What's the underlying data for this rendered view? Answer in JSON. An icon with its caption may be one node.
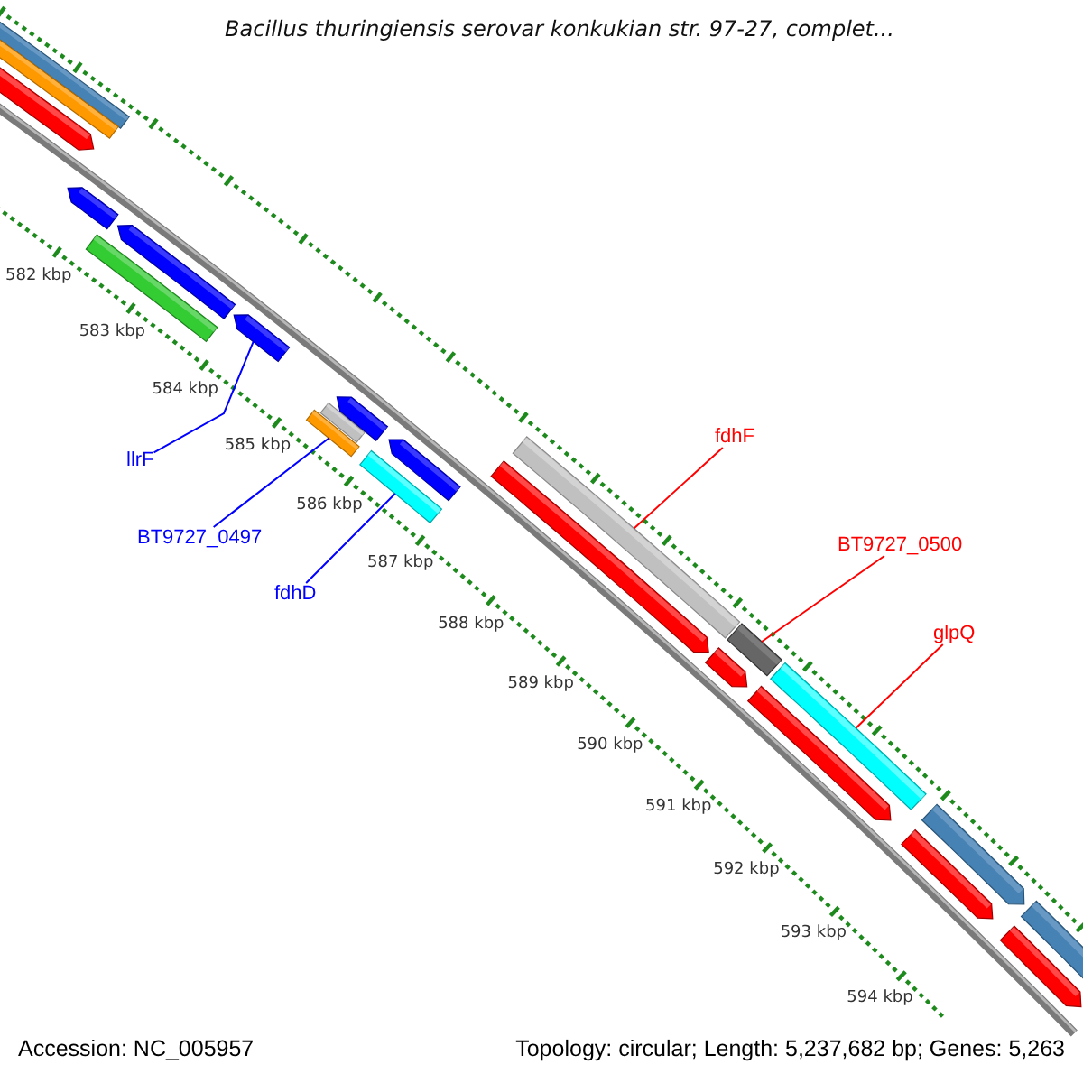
{
  "diagram": {
    "title": "Bacillus thuringiensis serovar konkukian str. 97-27, complet...",
    "nodes": [
      {
        "text": [
          "llrF"
        ]
      },
      {
        "text": [
          "BT9727_0497"
        ]
      },
      {
        "text": [
          "fdhD"
        ]
      },
      {
        "text": [
          "fdhF"
        ]
      },
      {
        "text": [
          "BT9727_0500"
        ]
      },
      {
        "text": [
          "glpQ"
        ]
      },
      {
        "text": [],
        "shape": "bar"
      },
      {
        "text": [],
        "shape": "bar"
      },
      {
        "text": [],
        "shape": "pentagon"
      },
      {
        "text": [],
        "shape": "pentagon"
      },
      {
        "text": [],
        "shape": "bar"
      },
      {
        "text": [],
        "shape": "pentagon"
      },
      {
        "text": [],
        "shape": "pentagon"
      },
      {
        "text": [],
        "shape": "bar"
      },
      {
        "text": [],
        "shape": "bar"
      },
      {
        "text": [],
        "shape": "pentagon"
      },
      {
        "text": [],
        "shape": "bar"
      },
      {
        "text": [],
        "shape": "pentagon"
      },
      {
        "text": [],
        "shape": "pentagon"
      },
      {
        "text": [],
        "shape": "bar"
      },
      {
        "text": [],
        "shape": "pentagon"
      },
      {
        "text": [],
        "shape": "bar"
      },
      {
        "text": [],
        "shape": "pentagon"
      },
      {
        "text": [],
        "shape": "bar"
      },
      {
        "text": [],
        "shape": "pentagon"
      },
      {
        "text": [],
        "shape": "pentagon"
      },
      {
        "text": [],
        "shape": "bar"
      },
      {
        "text": [],
        "shape": "pentagon"
      }
    ],
    "edges": [
      {
        "from": 0,
        "to": 12,
        "arrow": "none",
        "color": "#0000ff"
      },
      {
        "from": 1,
        "to": 13,
        "arrow": "none",
        "color": "#0000ff"
      },
      {
        "from": 2,
        "to": 16,
        "arrow": "none",
        "color": "#0000ff"
      },
      {
        "from": 3,
        "to": 19,
        "arrow": "none",
        "color": "#ff0000"
      },
      {
        "from": 4,
        "to": 21,
        "arrow": "none",
        "color": "#ff0000"
      },
      {
        "from": 5,
        "to": 23,
        "arrow": "none",
        "color": "#ff0000"
      }
    ],
    "labels": [
      "582 kbp",
      "583 kbp",
      "584 kbp",
      "585 kbp",
      "586 kbp",
      "587 kbp",
      "588 kbp",
      "589 kbp",
      "590 kbp",
      "591 kbp",
      "592 kbp",
      "593 kbp",
      "594 kbp",
      "Accession: NC_005957",
      "Topology: circular; Length: 5,237,682 bp; Genes: 5,263"
    ]
  }
}
